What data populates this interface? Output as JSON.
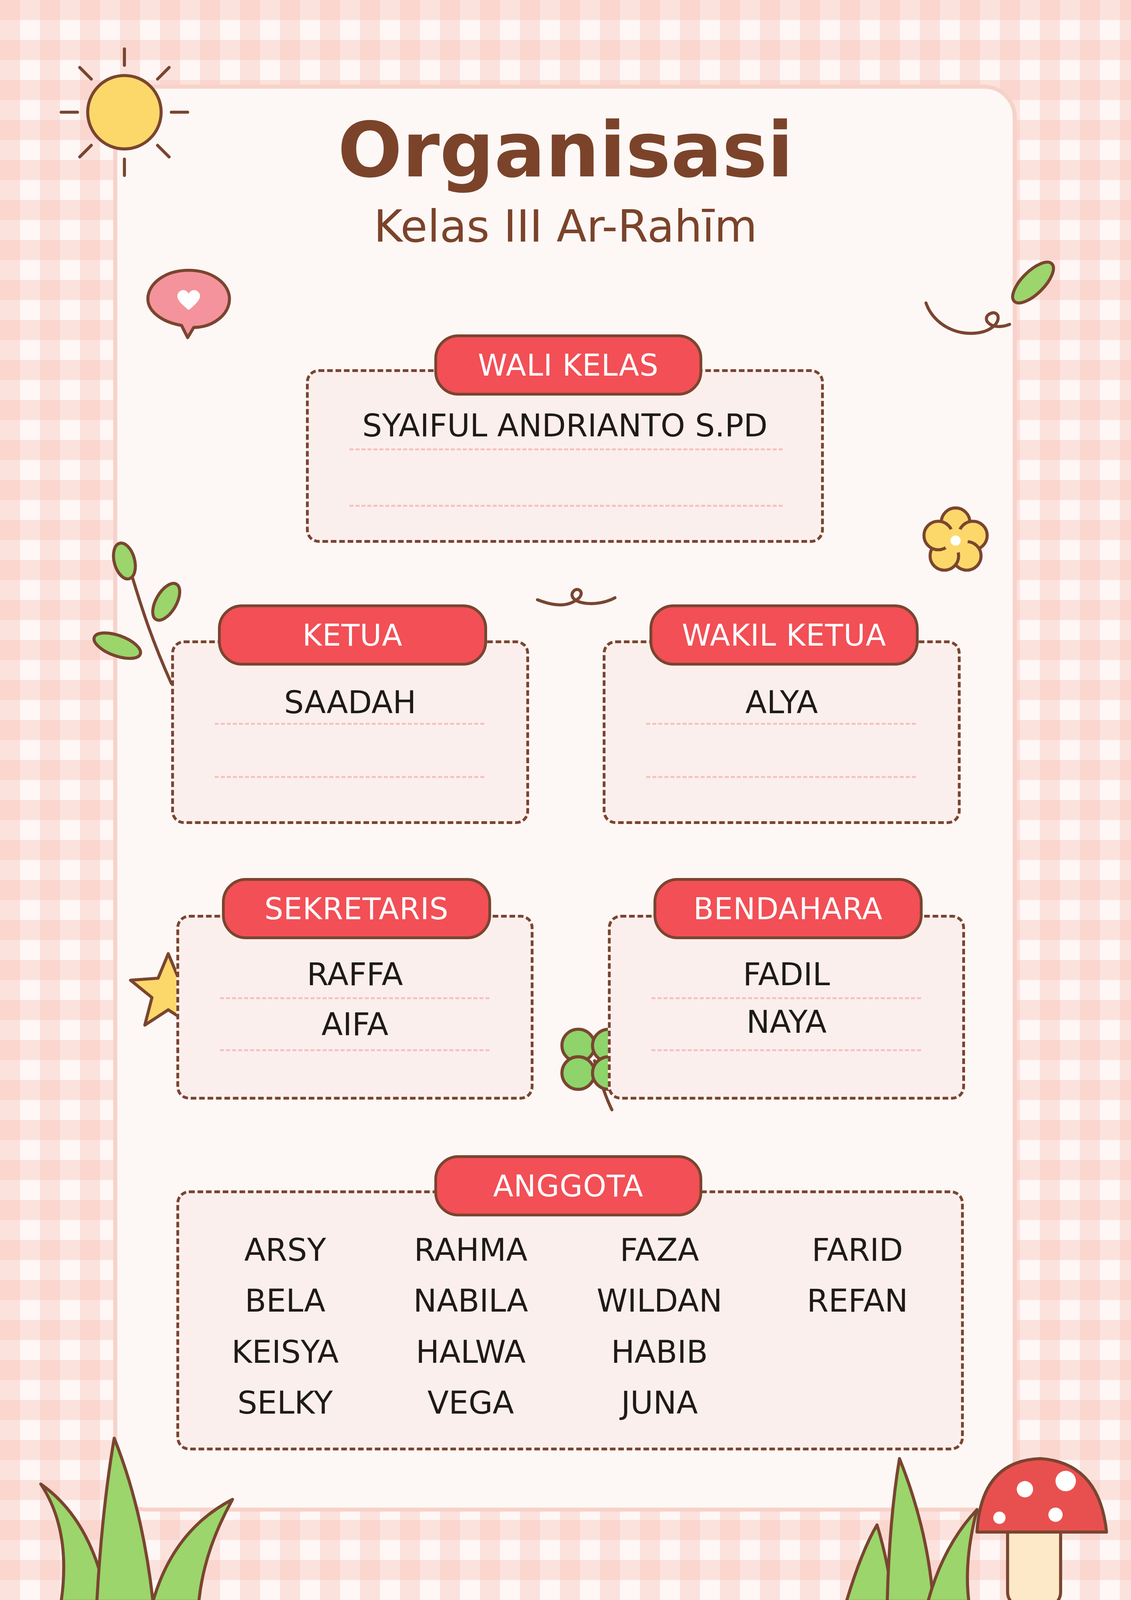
{
  "diagram": {
    "title": "Organisasi",
    "nodes": [
      {
        "text": [
          "WALI KELAS",
          "SYAIFUL ANDRIANTO S.PD"
        ]
      },
      {
        "text": [
          "KETUA",
          "SAADAH"
        ]
      },
      {
        "text": [
          "WAKIL KETUA",
          "ALYA"
        ]
      },
      {
        "text": [
          "SEKRETARIS",
          "RAFFA",
          "AIFA"
        ]
      },
      {
        "text": [
          "BENDAHARA",
          "FADIL",
          "NAYA"
        ]
      },
      {
        "text": [
          "ANGGOTA",
          "ARSY",
          "BELA",
          "KEISYA",
          "SELKY",
          "RAHMA",
          "NABILA",
          "HALWA",
          "VEGA",
          "FAZA",
          "WILDAN",
          "HABIB",
          "JUNA",
          "FARID",
          "REFAN"
        ]
      }
    ],
    "labels": [
      "Kelas III Ar-Rahīm"
    ]
  }
}
